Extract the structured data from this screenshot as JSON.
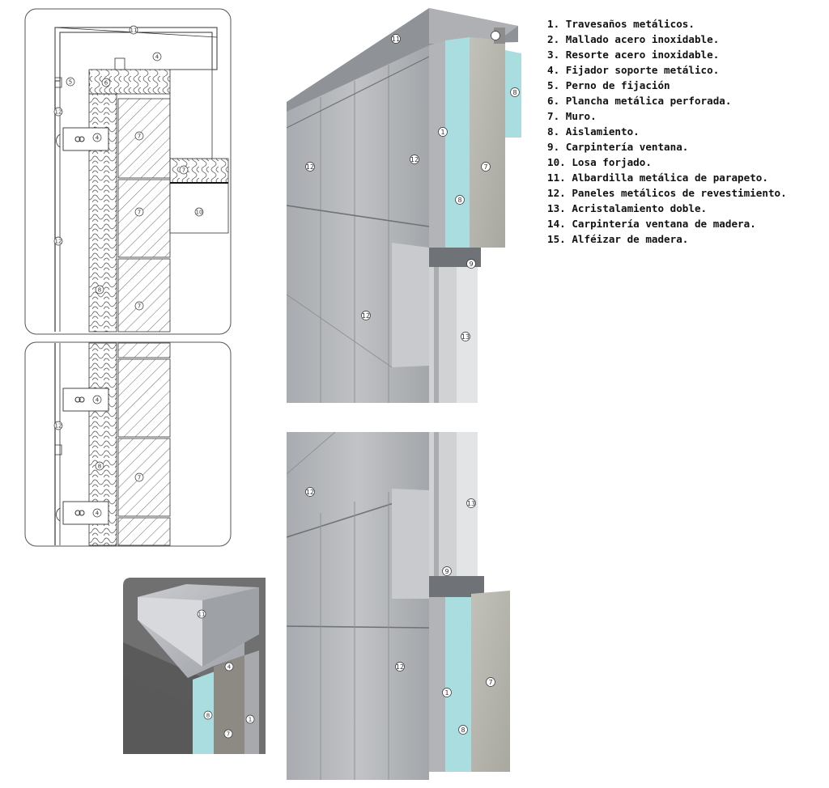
{
  "legend": [
    "1. Travesaños metálicos.",
    "2. Mallado acero inoxidable.",
    "3. Resorte acero inoxidable.",
    "4. Fijador soporte metálico.",
    "5. Perno de fijación",
    "6. Plancha metálica perforada.",
    "7. Muro.",
    "8. Aislamiento.",
    "9. Carpintería ventana.",
    "10. Losa forjado.",
    "11. Albardilla metálica de parapeto.",
    "12. Paneles metálicos de revestimiento.",
    "13. Acristalamiento doble.",
    "14. Carpintería ventana de madera.",
    "15. Alféizar de madera."
  ],
  "callouts": {
    "n1": "1",
    "n4": "4",
    "n5": "5",
    "n6": "6",
    "n7": "7",
    "n8": "8",
    "n9": "9",
    "n10": "10",
    "n11": "11",
    "n12": "12",
    "n13": "13"
  },
  "colors": {
    "panel_metal": "#b4b6ba",
    "panel_metal_dark": "#9a9da2",
    "insulation": "#a9dde0",
    "concrete": "#b9b8b0",
    "line": "#333333"
  }
}
